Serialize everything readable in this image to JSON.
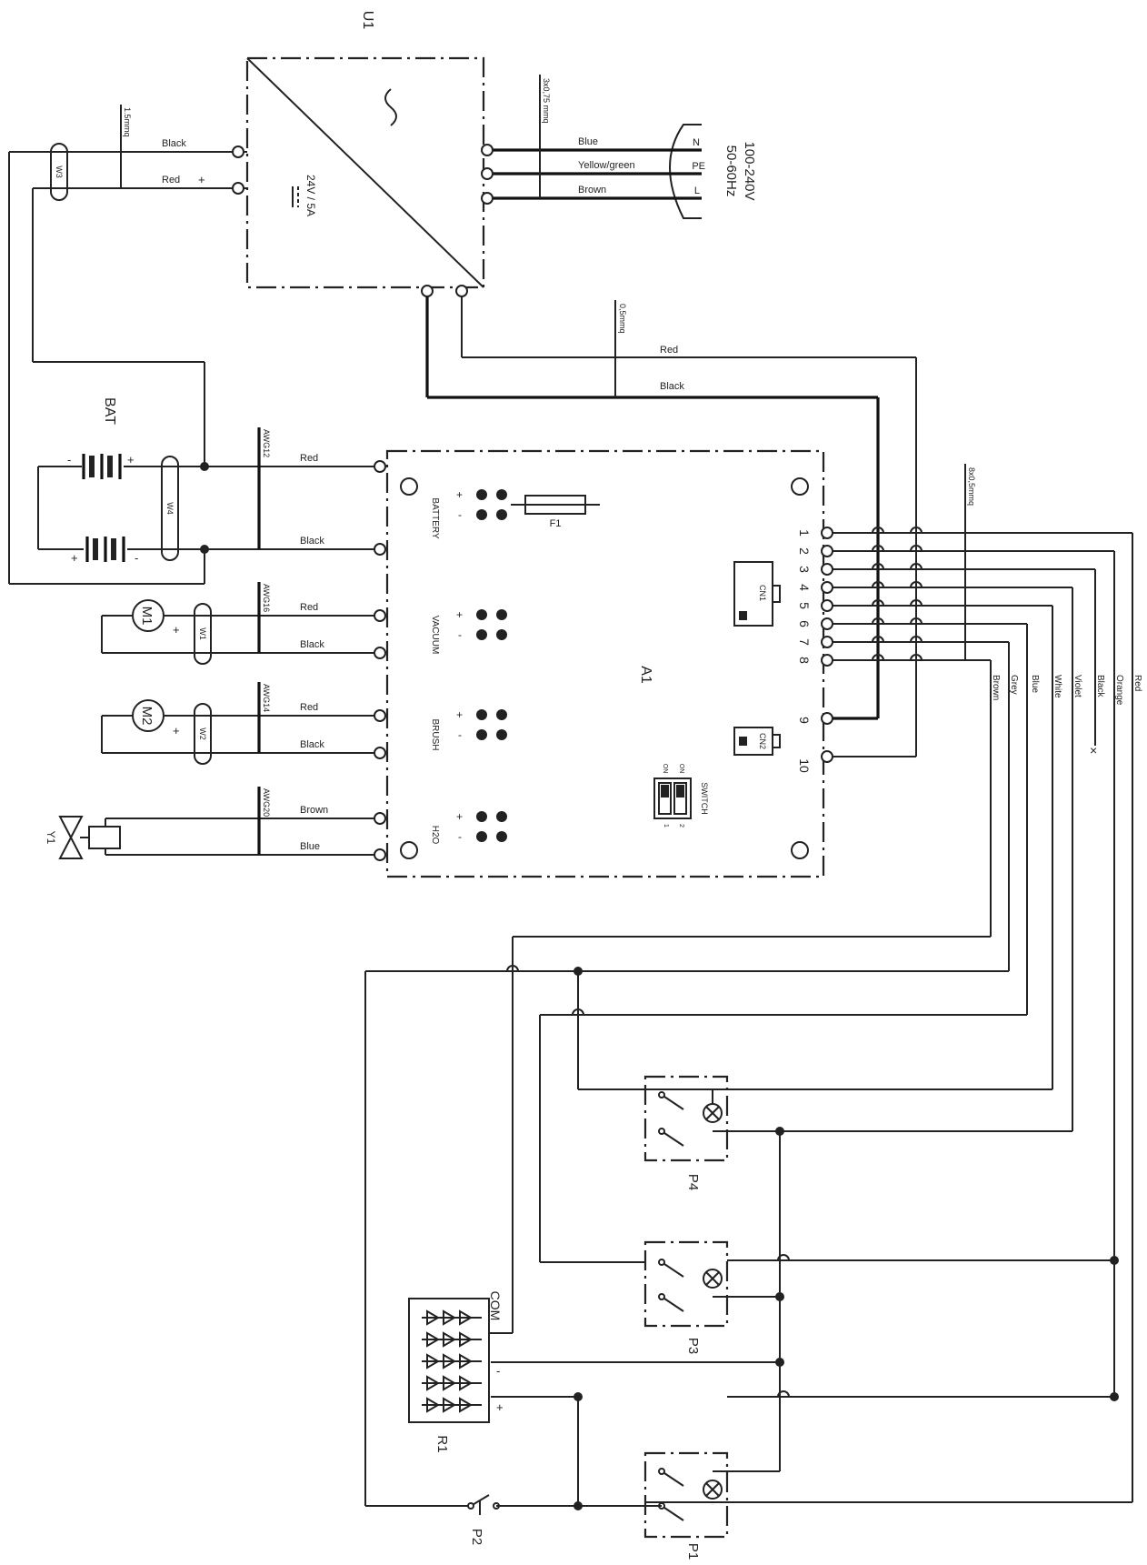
{
  "diagram": {
    "power_supply": {
      "id": "U1",
      "output_rating": "24V / 5A"
    },
    "mains": {
      "voltage": "100-240V",
      "frequency": "50-60Hz",
      "pins": [
        "N",
        "PE",
        "L"
      ],
      "cable": "3x0,75 mmq"
    },
    "mains_wires": [
      "Blue",
      "Yellow/green",
      "Brown"
    ],
    "u1_output": {
      "cable": "1.5mmq",
      "black": "Black",
      "red": "Red",
      "plus": "+"
    },
    "battery": {
      "id": "BAT",
      "clamp": "W4",
      "gauge": "AWG12"
    },
    "board": {
      "id": "A1",
      "fuse": "F1",
      "connectors": [
        "CN1",
        "CN2"
      ],
      "switch_label": "SWITCH",
      "switch_on": "ON",
      "switch_positions": [
        "1",
        "2"
      ],
      "sections": [
        "BATTERY",
        "VACUUM",
        "BRUSH",
        "H2O"
      ],
      "plus": "+",
      "minus": "-",
      "pins": [
        "1",
        "2",
        "3",
        "4",
        "5",
        "6",
        "7",
        "8",
        "9",
        "10"
      ]
    },
    "signal_cable": {
      "gauge": "0,5mmq",
      "red": "Red",
      "black": "Black"
    },
    "harness": {
      "gauge": "8x0,5mmq",
      "wires": [
        "Brown",
        "Grey",
        "Blue",
        "White",
        "Violet",
        "Black",
        "Orange",
        "Red"
      ]
    },
    "motor1": {
      "id": "M1",
      "clamp": "W1",
      "gauge": "AWG16",
      "red": "Red",
      "black": "Black"
    },
    "motor2": {
      "id": "M2",
      "clamp": "W2",
      "gauge": "AWG14",
      "red": "Red",
      "black": "Black"
    },
    "valve": {
      "id": "Y1",
      "gauge": "AWG20",
      "brown": "Brown",
      "blue": "Blue"
    },
    "clamp_u1": "W3",
    "battery_wires": {
      "red": "Red",
      "black": "Black"
    },
    "bridge": {
      "id": "R1",
      "com": "COM",
      "minus": "-",
      "plus": "+"
    },
    "switches": [
      "P1",
      "P2",
      "P3",
      "P4"
    ]
  }
}
